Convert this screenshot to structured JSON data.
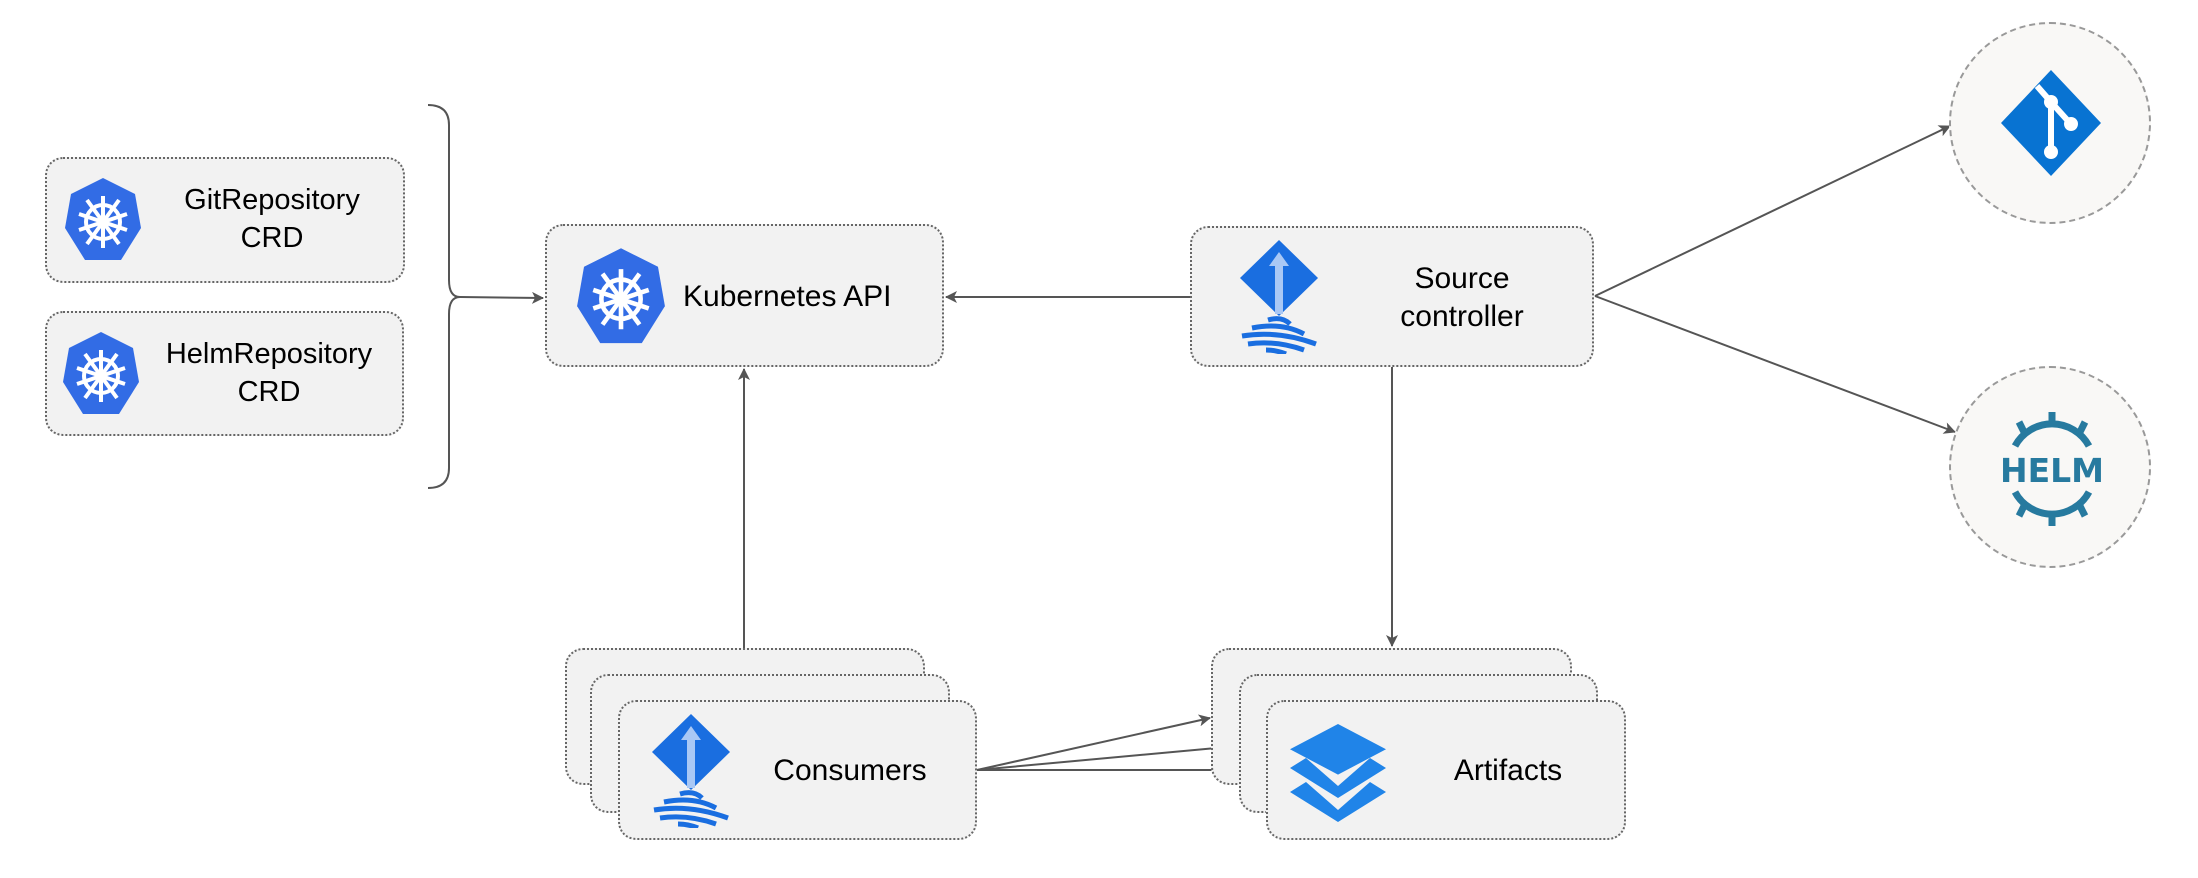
{
  "nodes": {
    "git_repository_crd": {
      "label": "GitRepository\nCRD",
      "icon": "kubernetes-icon"
    },
    "helm_repository_crd": {
      "label": "HelmRepository\nCRD",
      "icon": "kubernetes-icon"
    },
    "kubernetes_api": {
      "label": "Kubernetes API",
      "icon": "kubernetes-icon"
    },
    "source_controller": {
      "label": "Source\ncontroller",
      "icon": "flux-icon"
    },
    "git": {
      "icon": "git-icon"
    },
    "helm": {
      "icon": "helm-icon",
      "logo_text": "HELM"
    },
    "consumers": {
      "label": "Consumers",
      "icon": "flux-icon"
    },
    "artifacts": {
      "label": "Artifacts",
      "icon": "layers-icon"
    }
  },
  "colors": {
    "kubernetes_blue": "#326ce5",
    "flux_blue": "#1a6ee0",
    "git_blue": "#0873d2",
    "helm_teal": "#277a9f",
    "artifacts_blue": "#2084e8",
    "box_fill": "#f2f2f2",
    "edge": "#555555"
  }
}
